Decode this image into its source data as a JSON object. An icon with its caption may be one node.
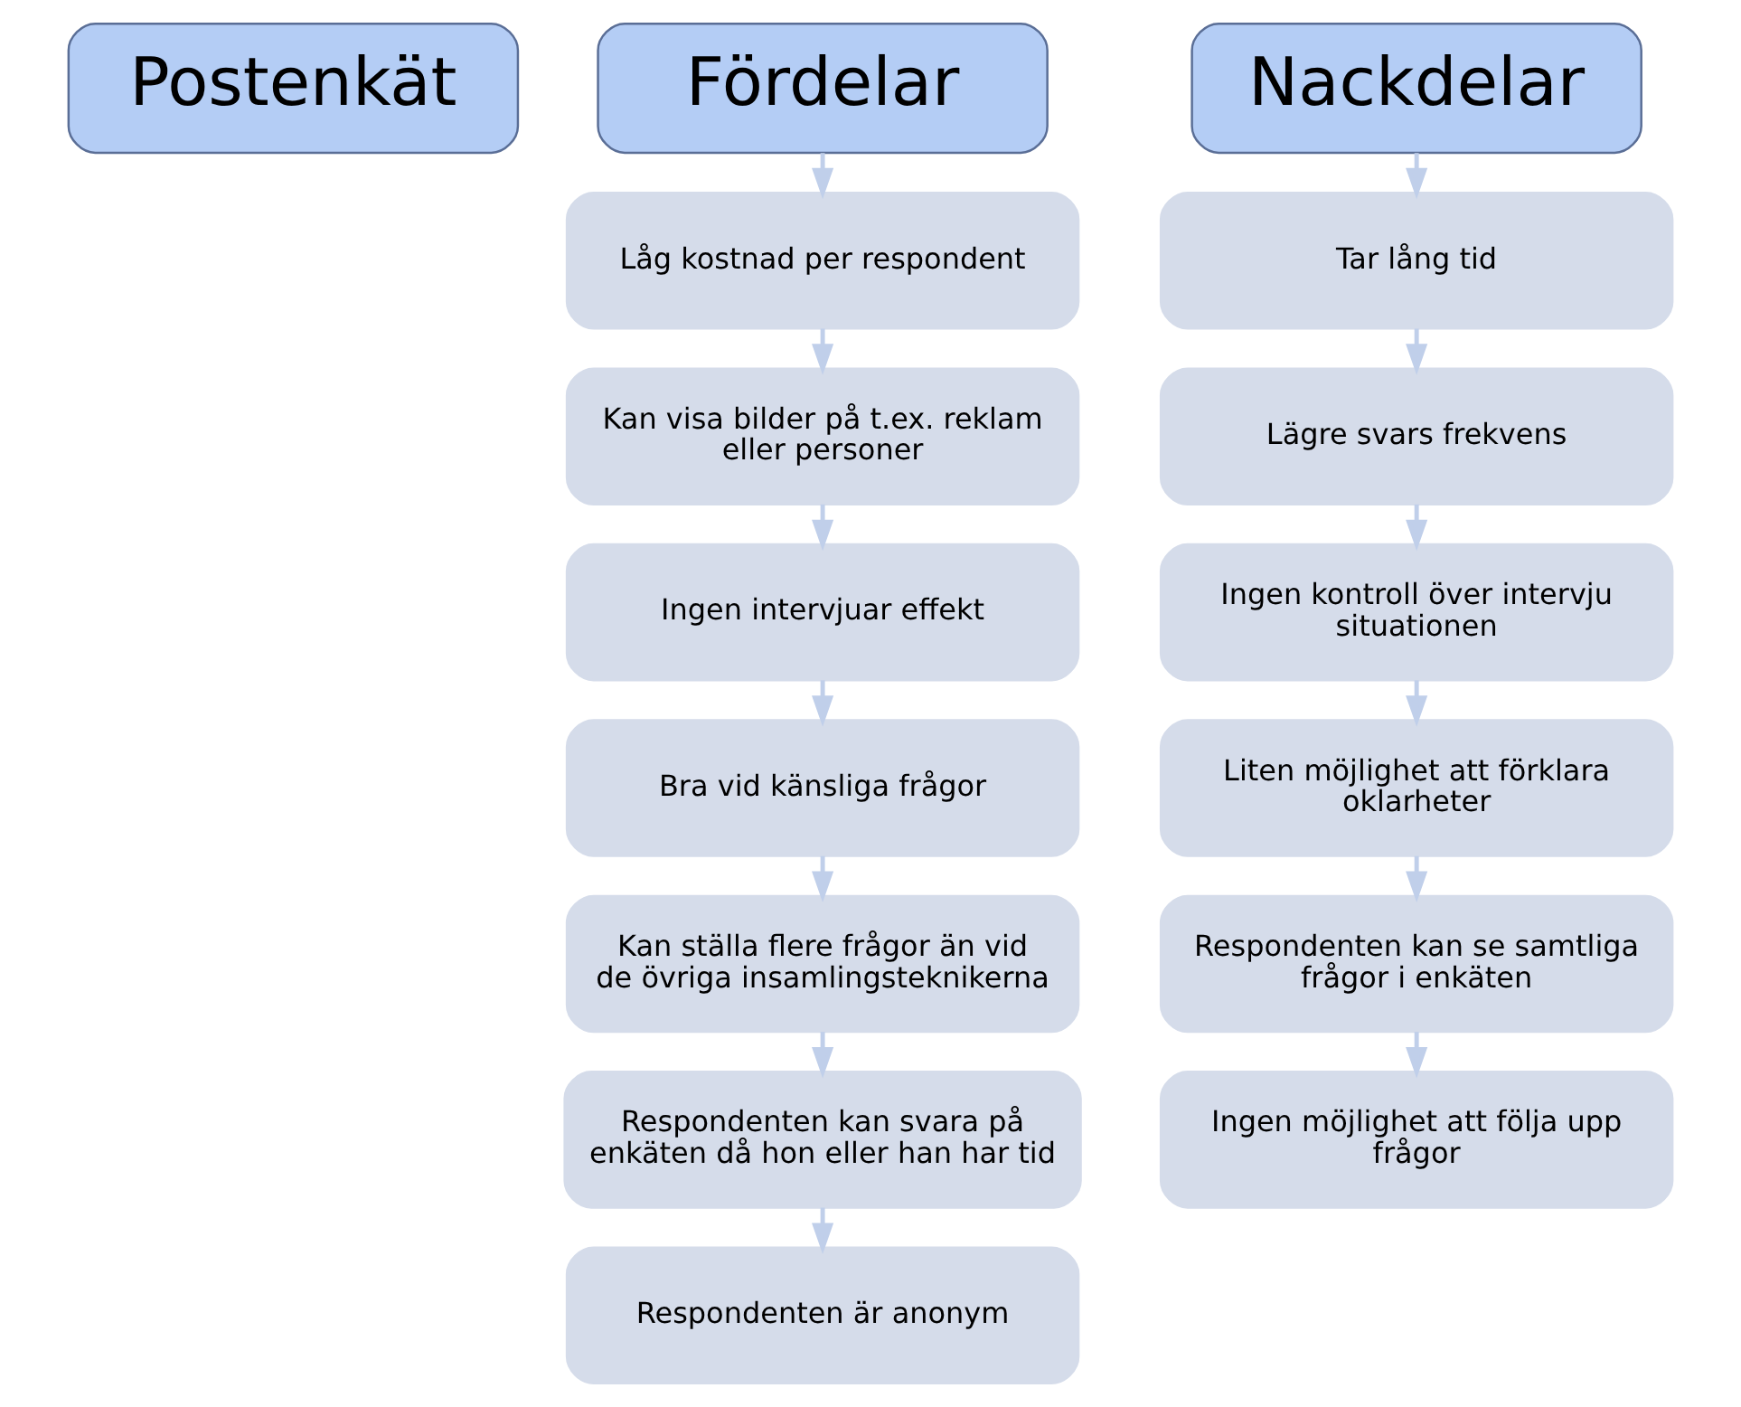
{
  "diagram": {
    "nodes": [
      {
        "text": [
          "Postenkät"
        ]
      },
      {
        "text": [
          "Fördelar"
        ]
      },
      {
        "text": [
          "Låg kostnad per respondent"
        ]
      },
      {
        "text": [
          "Kan visa bilder på t.ex. reklam eller personer"
        ]
      },
      {
        "text": [
          "Ingen intervjuar effekt"
        ]
      },
      {
        "text": [
          "Bra vid känsliga frågor"
        ]
      },
      {
        "text": [
          "Kan ställa flere frågor än vid de övriga insamlingsteknikerna"
        ]
      },
      {
        "text": [
          "Respondenten kan svara på enkäten då hon eller han har tid"
        ]
      },
      {
        "text": [
          "Respondenten är anonym"
        ]
      },
      {
        "text": [
          "Nackdelar"
        ]
      },
      {
        "text": [
          "Tar lång tid"
        ]
      },
      {
        "text": [
          "Lägre svars frekvens"
        ]
      },
      {
        "text": [
          "Ingen kontroll över intervju situationen"
        ]
      },
      {
        "text": [
          "Liten möjlighet att förklara oklarheter"
        ]
      },
      {
        "text": [
          "Respondenten kan se samtliga frågor i enkäten"
        ]
      },
      {
        "text": [
          "Ingen möjlighet att följa upp frågor"
        ]
      }
    ],
    "edges": [
      {
        "from": 1,
        "to": 2,
        "arrow": "to"
      },
      {
        "from": 2,
        "to": 3,
        "arrow": "to"
      },
      {
        "from": 3,
        "to": 4,
        "arrow": "to"
      },
      {
        "from": 4,
        "to": 5,
        "arrow": "to"
      },
      {
        "from": 5,
        "to": 6,
        "arrow": "to"
      },
      {
        "from": 6,
        "to": 7,
        "arrow": "to"
      },
      {
        "from": 7,
        "to": 8,
        "arrow": "to"
      },
      {
        "from": 9,
        "to": 10,
        "arrow": "to"
      },
      {
        "from": 10,
        "to": 11,
        "arrow": "to"
      },
      {
        "from": 11,
        "to": 12,
        "arrow": "to"
      },
      {
        "from": 12,
        "to": 13,
        "arrow": "to"
      },
      {
        "from": 13,
        "to": 14,
        "arrow": "to"
      },
      {
        "from": 14,
        "to": 15,
        "arrow": "to"
      }
    ]
  }
}
